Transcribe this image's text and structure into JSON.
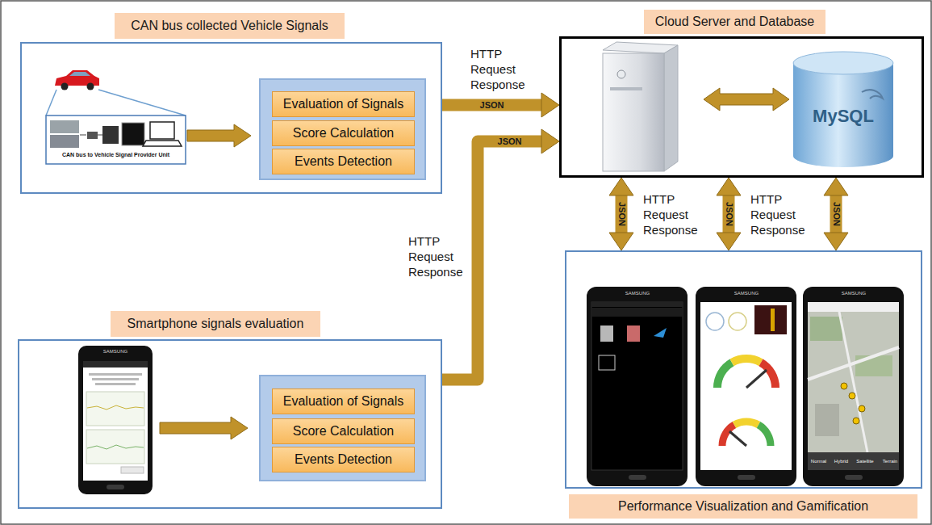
{
  "diagram": {
    "nodes": [
      {
        "text": [
          "CAN bus collected Vehicle Signals"
        ]
      },
      {
        "text": [
          "Evaluation of Signals"
        ],
        "in": 0
      },
      {
        "text": [
          "Score Calculation"
        ],
        "in": 0
      },
      {
        "text": [
          "Events Detection"
        ],
        "in": 0
      },
      {
        "text": [
          "Cloud Server and Database"
        ]
      },
      {
        "text": [
          "Smartphone signals evaluation"
        ]
      },
      {
        "text": [
          "Evaluation of Signals"
        ],
        "in": 5
      },
      {
        "text": [
          "Score Calculation"
        ],
        "in": 5
      },
      {
        "text": [
          "Events Detection"
        ],
        "in": 5
      },
      {
        "text": [
          "Performance Visualization and Gamification"
        ]
      }
    ],
    "edges": [
      {
        "from": 0,
        "to": 4,
        "arrow": "to",
        "label": "JSON"
      },
      {
        "from": 5,
        "to": 4,
        "arrow": "to",
        "label": "JSON"
      },
      {
        "from": 4,
        "to": 9,
        "arrow": "both",
        "label": "JSON"
      },
      {
        "from": 4,
        "to": 9,
        "arrow": "both",
        "label": "JSON"
      },
      {
        "from": 4,
        "to": 9,
        "arrow": "both",
        "label": "JSON"
      }
    ],
    "labels": [
      "CAN bus to Vehicle Signal Provider Unit",
      "HTTP Request Response",
      "HTTP Request Response",
      "HTTP Request Response",
      "HTTP Request Response",
      "MySQL",
      "SAMSUNG",
      "SAMSUNG",
      "SAMSUNG",
      "SAMSUNG",
      "Normal",
      "Hybrid",
      "Satellite",
      "Terrain"
    ]
  }
}
